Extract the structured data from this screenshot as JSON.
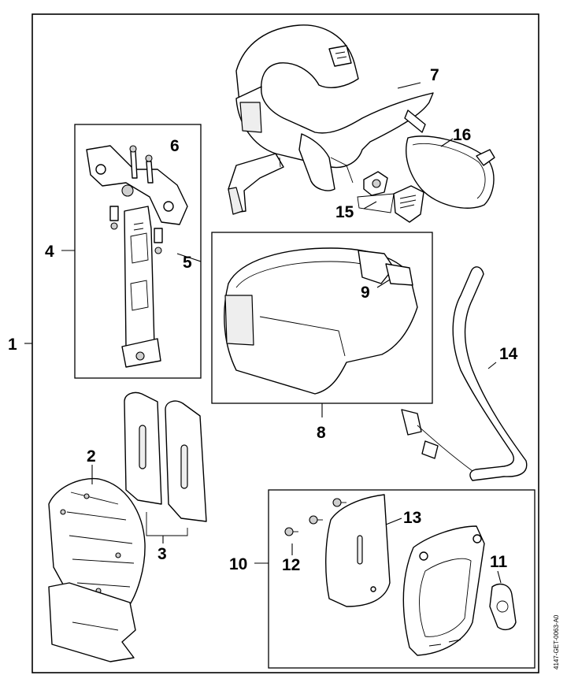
{
  "diagram": {
    "doc_id": "4147-GET-0063-A0",
    "callouts": [
      {
        "id": "c1",
        "label": "1"
      },
      {
        "id": "c2",
        "label": "2"
      },
      {
        "id": "c3",
        "label": "3"
      },
      {
        "id": "c4",
        "label": "4"
      },
      {
        "id": "c5",
        "label": "5"
      },
      {
        "id": "c6",
        "label": "6"
      },
      {
        "id": "c7",
        "label": "7"
      },
      {
        "id": "c8",
        "label": "8"
      },
      {
        "id": "c9",
        "label": "9"
      },
      {
        "id": "c10",
        "label": "10"
      },
      {
        "id": "c11",
        "label": "11"
      },
      {
        "id": "c12",
        "label": "12"
      },
      {
        "id": "c13",
        "label": "13"
      },
      {
        "id": "c14",
        "label": "14"
      },
      {
        "id": "c15",
        "label": "15"
      },
      {
        "id": "c16",
        "label": "16"
      }
    ]
  }
}
